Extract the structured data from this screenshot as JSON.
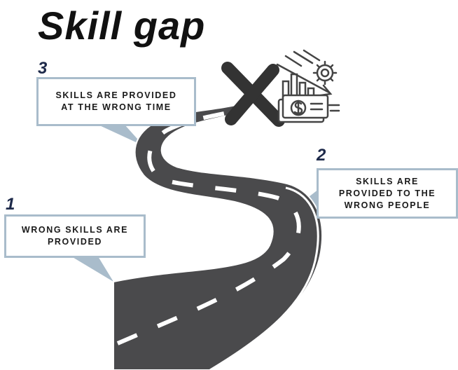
{
  "title": "Skill gap",
  "steps": [
    {
      "number": "1",
      "text": "WRONG SKILLS ARE\nPROVIDED"
    },
    {
      "number": "2",
      "text": "SKILLS ARE\nPROVIDED TO THE\nWRONG PEOPLE"
    },
    {
      "number": "3",
      "text": "SKILLS ARE PROVIDED\nAT THE WRONG TIME"
    }
  ],
  "colors": {
    "road": "#4a4a4c",
    "road_edge": "#ffffff",
    "callout_border": "#a9bccb",
    "pointer": "#a9bccb",
    "number": "#1e2a4a",
    "cross": "#333333",
    "icon": "#444444"
  },
  "icons": [
    "cross-mark-icon",
    "money-chart-gear-icon"
  ]
}
